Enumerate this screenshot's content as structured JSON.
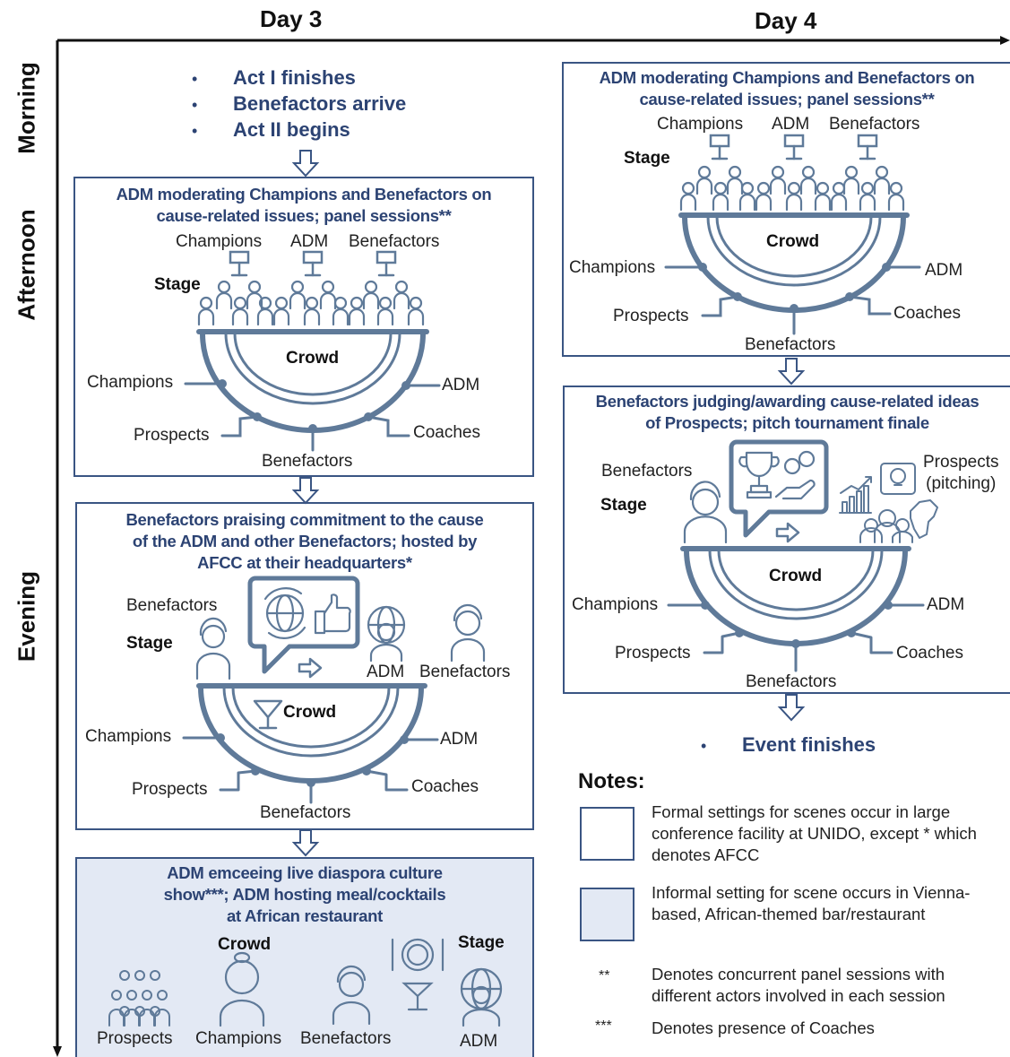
{
  "days": {
    "day3": "Day 3",
    "day4": "Day 4"
  },
  "rows": {
    "morning": "Morning",
    "afternoon": "Afternoon",
    "evening": "Evening"
  },
  "morning_day3": {
    "bullets": [
      "Act I finishes",
      "Benefactors arrive",
      "Act II begins"
    ]
  },
  "labels": {
    "champions": "Champions",
    "adm": "ADM",
    "benefactors": "Benefactors",
    "prospects": "Prospects",
    "coaches": "Coaches",
    "crowd": "Crowd",
    "stage": "Stage",
    "prospects_pitching": "Prospects\n(pitching)"
  },
  "scenes": {
    "d3_afternoon": {
      "title": "ADM moderating Champions and Benefactors on cause-related issues; panel sessions**"
    },
    "d3_evening": {
      "title": "Benefactors praising commitment to the cause of the ADM and other Benefactors; hosted by AFCC at their headquarters*"
    },
    "d3_informal": {
      "title": "ADM emceeing live diaspora culture show***; ADM hosting meal/cocktails at African restaurant"
    },
    "d4_morning": {
      "title": "ADM moderating Champions and Benefactors on cause-related issues; panel sessions**"
    },
    "d4_afternoon": {
      "title": "Benefactors judging/awarding cause-related ideas of Prospects; pitch tournament finale"
    }
  },
  "event_finishes": "Event finishes",
  "notes": {
    "title": "Notes:",
    "formal": "Formal settings for scenes occur in large conference facility at UNIDO, except * which denotes AFCC",
    "informal": "Informal setting for scene occurs in Vienna-based, African-themed bar/restaurant",
    "double_star_sym": "**",
    "double_star": "Denotes concurrent panel sessions with different actors involved in each session",
    "triple_star_sym": "***",
    "triple_star": "Denotes presence of Coaches"
  },
  "colors": {
    "accent": "#2c4373",
    "stroke": "#5f7a99",
    "informal_bg": "#e3e9f4"
  }
}
